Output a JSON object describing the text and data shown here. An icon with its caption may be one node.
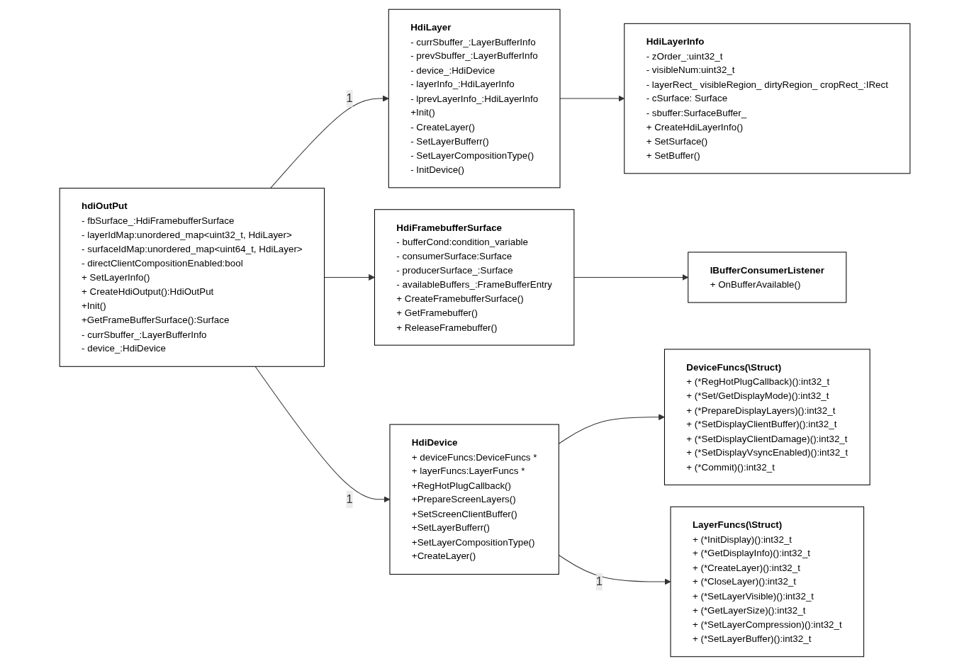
{
  "diagram": {
    "nodes": [
      {
        "text": [
          "IBufferConsumerListener",
          "+ OnBufferAvailable()"
        ]
      },
      {
        "text": [
          "HdiLayerInfo",
          "- zOrder_:uint32_t",
          "- visibleNum:uint32_t",
          "- layerRect_ visibleRegion_ dirtyRegion_ cropRect_:IRect",
          "- cSurface: Surface",
          "- sbuffer:SurfaceBuffer_",
          "+ CreateHdiLayerInfo()",
          "+ SetSurface()",
          "+ SetBuffer()"
        ]
      },
      {
        "text": [
          "HdiFramebufferSurface",
          "- bufferCond:condition_variable",
          "- consumerSurface:Surface",
          "- producerSurface_:Surface",
          "- availableBuffers_:FrameBufferEntry",
          "+ CreateFramebufferSurface()",
          "+ GetFramebuffer()",
          "+ ReleaseFramebuffer()"
        ]
      },
      {
        "text": [
          "hdiOutPut",
          "- fbSurface_:HdiFramebufferSurface",
          "- layerIdMap:unordered_map<uint32_t, HdiLayer>",
          "- surfaceIdMap:unordered_map<uint64_t, HdiLayer>",
          "- directClientCompositionEnabled:bool",
          "+ SetLayerInfo()",
          "+ CreateHdiOutput():HdiOutPut",
          "+Init()",
          "+GetFrameBufferSurface():Surface",
          "- currSbuffer_:LayerBufferInfo",
          "- device_:HdiDevice"
        ]
      },
      {
        "text": [
          "DeviceFuncs(\\Struct)",
          "+ (*RegHotPlugCallback)():int32_t",
          "+ (*Set/GetDisplayMode)():int32_t",
          "+ (*PrepareDisplayLayers)():int32_t",
          "+ (*SetDisplayClientBuffer)():int32_t",
          "+ (*SetDisplayClientDamage)():int32_t",
          "+ (*SetDisplayVsyncEnabled)():int32_t",
          "+ (*Commit)():int32_t"
        ]
      },
      {
        "text": [
          "HdiLayer",
          "- currSbuffer_:LayerBufferInfo",
          "- prevSbuffer_:LayerBufferInfo",
          "- device_:HdiDevice",
          "- layerInfo_:HdiLayerInfo",
          "- lprevLayerInfo_:HdiLayerInfo",
          "+Init()",
          "- CreateLayer()",
          "- SetLayerBufferr()",
          "- SetLayerCompositionType()",
          "- InitDevice()"
        ]
      },
      {
        "text": [
          "HdiDevice",
          "+ deviceFuncs:DeviceFuncs *",
          "+ layerFuncs:LayerFuncs *",
          "+RegHotPlugCallback()",
          "+PrepareScreenLayers()",
          "+SetScreenClientBuffer()",
          "+SetLayerBufferr()",
          "+SetLayerCompositionType()",
          "+CreateLayer()"
        ]
      },
      {
        "text": [
          "LayerFuncs(\\Struct)",
          "+ (*InitDisplay)():int32_t",
          "+ (*GetDisplayInfo)():int32_t",
          "+ (*CreateLayer)():int32_t",
          "+ (*CloseLayer)():int32_t",
          "+ (*SetLayerVisible)():int32_t",
          "+ (*GetLayerSize)():int32_t",
          "+ (*SetLayerCompression)():int32_t",
          "+ (*SetLayerBuffer)():int32_t"
        ]
      }
    ],
    "edges": [
      {
        "from": 5,
        "to": 1,
        "arrow": "to"
      },
      {
        "from": 3,
        "to": 5,
        "arrow": "to",
        "label": "1"
      },
      {
        "from": 3,
        "to": 2,
        "arrow": "to"
      },
      {
        "from": 2,
        "to": 0,
        "arrow": "to"
      },
      {
        "from": 3,
        "to": 6,
        "arrow": "to",
        "label": "1"
      },
      {
        "from": 6,
        "to": 4,
        "arrow": "to"
      },
      {
        "from": 6,
        "to": 7,
        "arrow": "to",
        "label": "1"
      }
    ]
  }
}
